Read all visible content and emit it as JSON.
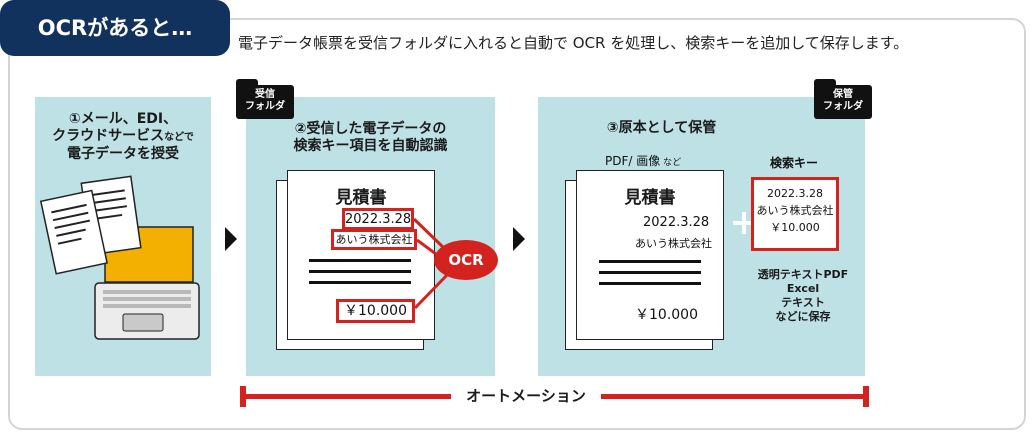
{
  "header": {
    "tag": "OCRがあると…",
    "description": "電子データ帳票を受信フォルダに入れると自動で OCR を処理し、検索キーを追加して保存します。"
  },
  "step1": {
    "line1": "①メール、EDI、",
    "line2_main": "クラウドサービス",
    "line2_small": "などで",
    "line3": "電子データを授受"
  },
  "step2": {
    "folder_line1": "受信",
    "folder_line2": "フォルダ",
    "title_line1": "②受信した電子データの",
    "title_line2": "検索キー項目を自動認識",
    "doc_title": "見積書",
    "date": "2022.3.28",
    "company": "あいう株式会社",
    "amount": "￥10.000",
    "ocr": "OCR"
  },
  "step3": {
    "folder_line1": "保管",
    "folder_line2": "フォルダ",
    "title": "③原本として保管",
    "sublabel_main": "PDF/ 画像",
    "sublabel_small": "など",
    "doc_title": "見積書",
    "date": "2022.3.28",
    "company": "あいう株式会社",
    "amount": "￥10.000",
    "key_label": "検索キー",
    "key_date": "2022.3.28",
    "key_company": "あいう株式会社",
    "key_amount": "￥10.000",
    "formats": [
      "透明テキストPDF",
      "Excel",
      "テキスト",
      "などに保存"
    ]
  },
  "automation": "オートメーション",
  "colors": {
    "navy": "#12325e",
    "panel": "#bde1e5",
    "red": "#d4221f"
  }
}
